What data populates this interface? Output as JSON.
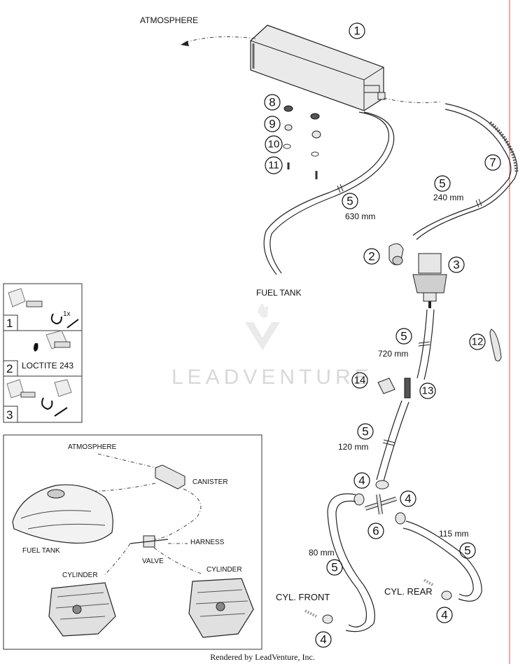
{
  "labels": {
    "atmosphere": "ATMOSPHERE",
    "fuel_tank": "FUEL TANK",
    "len_630": "630 mm",
    "len_240": "240 mm",
    "len_720": "720 mm",
    "len_120": "120 mm",
    "len_80": "80 mm",
    "len_115": "115 mm",
    "cyl_front": "CYL. FRONT",
    "cyl_rear": "CYL. REAR"
  },
  "callouts": {
    "n1": "1",
    "n2": "2",
    "n3": "3",
    "n4": "4",
    "n5": "5",
    "n6": "6",
    "n7": "7",
    "n8": "8",
    "n9": "9",
    "n10": "10",
    "n11": "11",
    "n12": "12",
    "n13": "13",
    "n14": "14"
  },
  "legend_panel": {
    "step1_num": "1",
    "step1_text": "1x",
    "step2_num": "2",
    "step2_text": "LOCTITE 243",
    "step3_num": "3"
  },
  "inset": {
    "atmosphere": "ATMOSPHERE",
    "canister": "CANISTER",
    "fuel_tank": "FUEL TANK",
    "valve": "VALVE",
    "harness": "HARNESS",
    "cylinder_left": "CYLINDER",
    "cylinder_right": "CYLINDER"
  },
  "watermark": "LEADVENTURE",
  "footer": "Rendered by LeadVenture, Inc."
}
